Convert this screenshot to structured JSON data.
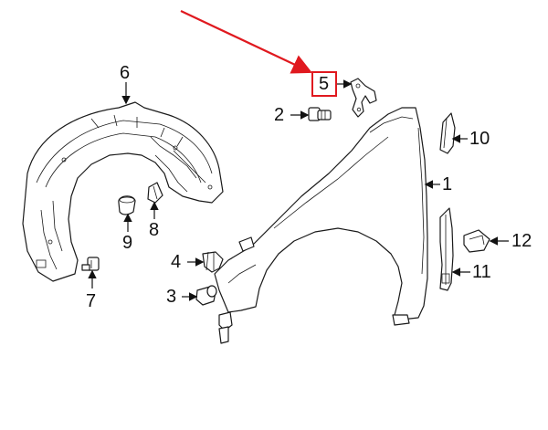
{
  "highlight_color": "#e0191f",
  "line_color": "#111111",
  "highlighted_part": "5",
  "callouts": {
    "c1": "1",
    "c2": "2",
    "c3": "3",
    "c4": "4",
    "c5": "5",
    "c6": "6",
    "c7": "7",
    "c8": "8",
    "c9": "9",
    "c10": "10",
    "c11": "11",
    "c12": "12"
  }
}
